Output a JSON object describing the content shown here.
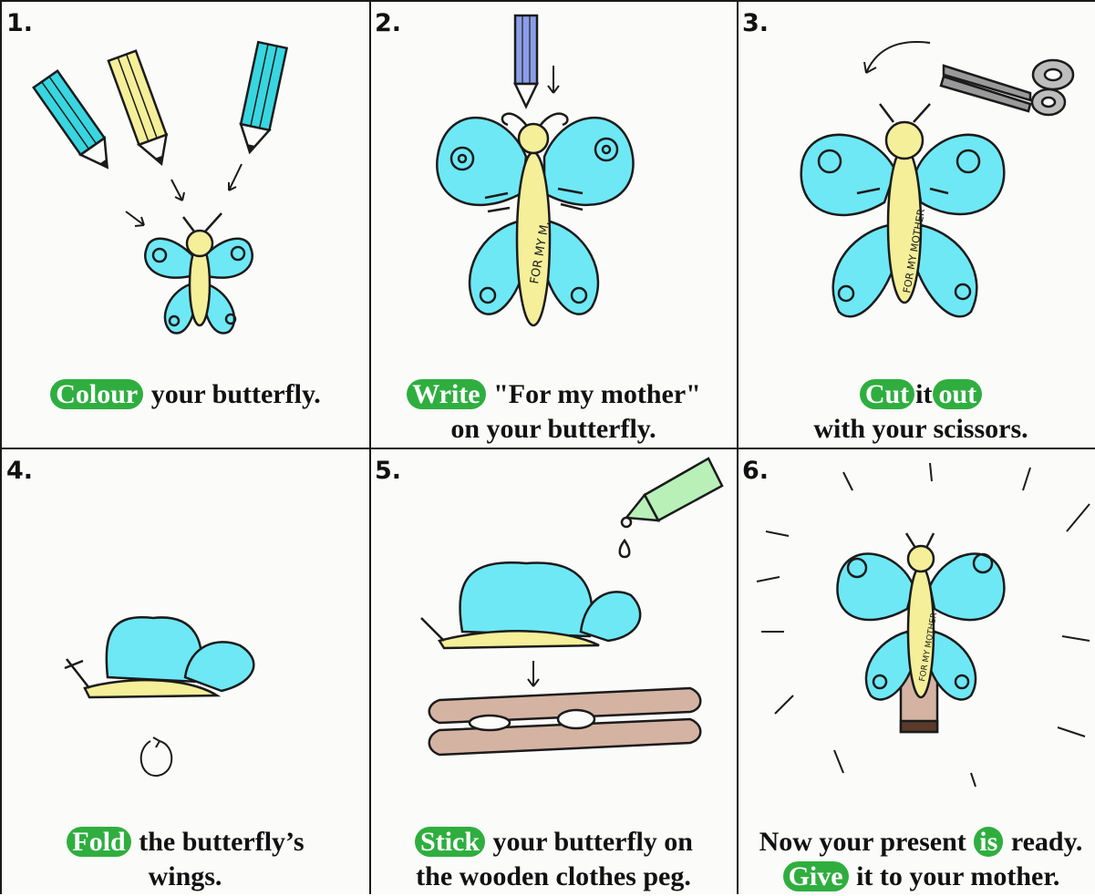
{
  "palette": {
    "wing": "#6ee8f5",
    "body": "#f4ef98",
    "outline": "#1b1b1b",
    "highlight": "#2fae3f",
    "peg": "#d5b3a3",
    "pencil_cyan": "#38d6e0",
    "pencil_yellow": "#f4ef98",
    "pencil_blue": "#8c9ee8",
    "glue_green": "#b8f0b8",
    "scissors_grey": "#9a9a9a"
  },
  "panels": [
    {
      "number": "1.",
      "caption_line1": {
        "highlight": "Colour",
        "rest": "your butterfly."
      },
      "icons": [
        "pencil-cyan-icon",
        "pencil-yellow-icon",
        "pencil-cyan-icon",
        "butterfly-icon"
      ]
    },
    {
      "number": "2.",
      "caption_line1": {
        "highlight": "Write",
        "rest": "\"For my mother\""
      },
      "caption_line2": "on your butterfly.",
      "body_text": "FOR MY M.",
      "icons": [
        "pencil-blue-icon",
        "butterfly-icon"
      ]
    },
    {
      "number": "3.",
      "caption_line1": {
        "highlight_a": "Cut",
        "middle": "it",
        "highlight_b": "out"
      },
      "caption_line2": "with your scissors.",
      "body_text": "FOR MY MOTHER",
      "icons": [
        "scissors-icon",
        "curved-arrow-icon",
        "butterfly-icon"
      ]
    },
    {
      "number": "4.",
      "caption_line1": {
        "highlight": "Fold",
        "rest": "the butterfly’s"
      },
      "caption_line2": "wings.",
      "icons": [
        "folded-butterfly-icon",
        "rotate-arrow-icon"
      ]
    },
    {
      "number": "5.",
      "caption_line1": {
        "highlight": "Stick",
        "rest": "your butterfly on"
      },
      "caption_line2": "the wooden clothes peg.",
      "icons": [
        "glue-pen-icon",
        "folded-butterfly-icon",
        "clothes-peg-icon"
      ]
    },
    {
      "number": "6.",
      "caption_line1": {
        "before": "Now your present",
        "highlight": "is",
        "after": "ready."
      },
      "caption_line2": {
        "highlight": "Give",
        "rest": "it to your mother."
      },
      "body_text": "FOR MY MOTHER",
      "icons": [
        "butterfly-on-peg-icon",
        "shine-lines-icon"
      ]
    }
  ]
}
